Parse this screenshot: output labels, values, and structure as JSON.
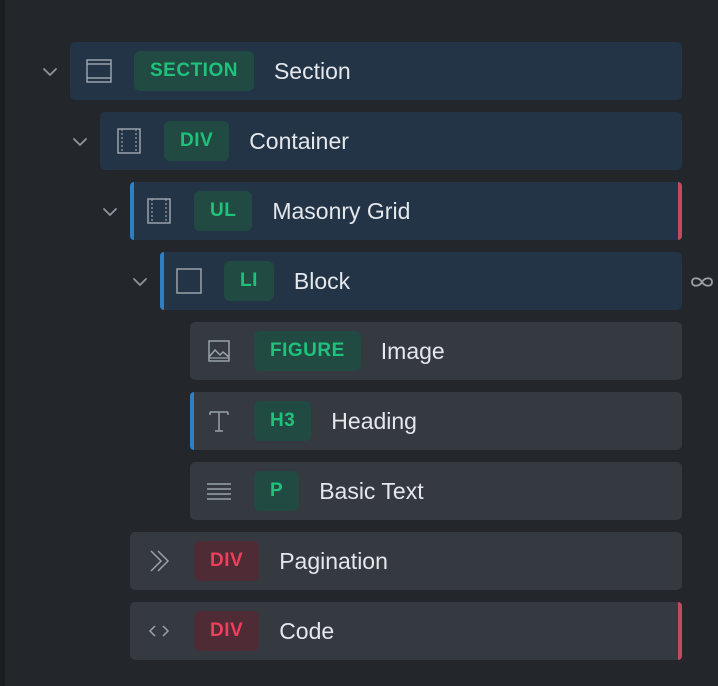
{
  "colors": {
    "background": "#23272b",
    "row_active": "#233446",
    "row_default": "#353a41",
    "tag_green_text": "#1fc27a",
    "tag_green_bg": "#214a43",
    "tag_red_text": "#ee3f5d",
    "tag_red_bg": "#4e2b35",
    "accent_blue": "#2f7fc4",
    "accent_red": "#c24a5f"
  },
  "tree": {
    "nodes": [
      {
        "tag": "SECTION",
        "label": "Section",
        "icon": "section-layout-icon",
        "expanded": true
      },
      {
        "tag": "DIV",
        "label": "Container",
        "icon": "container-icon",
        "expanded": true
      },
      {
        "tag": "UL",
        "label": "Masonry Grid",
        "icon": "grid-columns-icon",
        "expanded": true
      },
      {
        "tag": "LI",
        "label": "Block",
        "icon": "block-square-icon",
        "expanded": true,
        "linked": true
      },
      {
        "tag": "FIGURE",
        "label": "Image",
        "icon": "image-icon"
      },
      {
        "tag": "H3",
        "label": "Heading",
        "icon": "text-t-icon"
      },
      {
        "tag": "P",
        "label": "Basic Text",
        "icon": "paragraph-lines-icon"
      },
      {
        "tag": "DIV",
        "label": "Pagination",
        "icon": "double-chevron-right-icon"
      },
      {
        "tag": "DIV",
        "label": "Code",
        "icon": "code-brackets-icon"
      }
    ]
  }
}
